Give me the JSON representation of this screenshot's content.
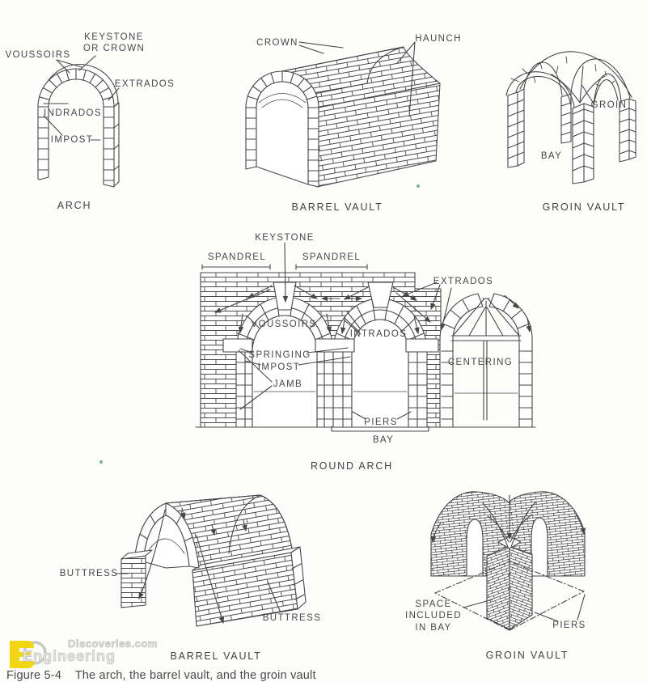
{
  "page": {
    "ink": "#474747",
    "background": "#fdfdfc",
    "accent_yellow": "#f2d513",
    "watermark_gray": "#c5c5c2",
    "artifact_green": "#4fa383"
  },
  "fig_arch": {
    "caption": "ARCH",
    "voussoirs": "VOUSSOIRS",
    "keystone": "KEYSTONE\nOR CROWN",
    "extrados": "EXTRADOS",
    "indrados": "INDRADOS",
    "impost": "IMPOST"
  },
  "fig_barrel_top": {
    "caption": "BARREL VAULT",
    "crown": "CROWN",
    "haunch": "HAUNCH"
  },
  "fig_groin_top": {
    "caption": "GROIN VAULT",
    "groin": "GROIN",
    "bay": "BAY"
  },
  "fig_round_arch": {
    "caption": "ROUND ARCH",
    "keystone": "KEYSTONE",
    "spandrel_left": "SPANDREL",
    "spandrel_right": "SPANDREL",
    "extrados": "EXTRADOS",
    "voussoirs": "VOUSSOIRS",
    "intrados": "INTRADOS",
    "springing": "SPRINGING",
    "impost": "IMPOST",
    "jamb": "JAMB",
    "centering": "CENTERING",
    "piers": "PIERS",
    "bay": "BAY"
  },
  "fig_barrel_bottom": {
    "caption": "BARREL VAULT",
    "buttress_left": "BUTTRESS",
    "buttress_right": "BUTTRESS"
  },
  "fig_groin_bottom": {
    "caption": "GROIN VAULT",
    "space_in_bay": "SPACE\nINCLUDED\nIN BAY",
    "piers": "PIERS"
  },
  "watermark": {
    "site": "Discoveries.com",
    "brand": "Engineering"
  },
  "footer": {
    "caption": "Figure 5-4    The arch, the barrel vault, and the groin vault"
  }
}
